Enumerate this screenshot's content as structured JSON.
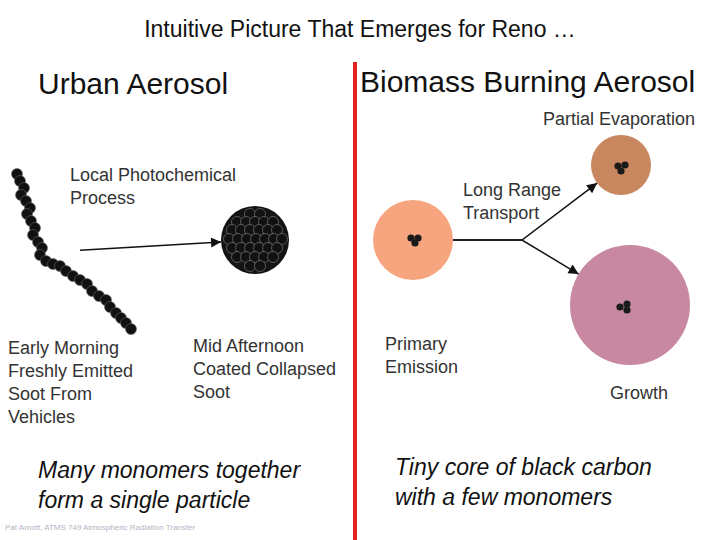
{
  "diagram": {
    "title": "Intuitive Picture That Emerges for Reno …",
    "nodes": [
      {
        "text": [
          "Early Morning Freshly Emitted Soot From Vehicles"
        ]
      },
      {
        "text": [
          "Mid Afternoon Coated Collapsed Soot"
        ]
      },
      {
        "text": [
          "Primary Emission"
        ]
      },
      {
        "text": [
          "Partial Evaporation"
        ]
      },
      {
        "text": [
          "Growth"
        ]
      }
    ],
    "edges": [
      {
        "from": 0,
        "to": 1,
        "label": "Local Photochemical Process",
        "arrow": "to"
      },
      {
        "from": 2,
        "to": 3,
        "label": "Long Range Transport",
        "arrow": "to"
      },
      {
        "from": 2,
        "to": 4,
        "arrow": "to"
      }
    ],
    "labels": [
      "Urban Aerosol",
      "Biomass Burning Aerosol",
      "Many monomers together form a single particle",
      "Tiny core of black carbon with a few monomers",
      "Pat Arnott, ATMS 749 Atmospheric Radiation Transfer"
    ]
  }
}
